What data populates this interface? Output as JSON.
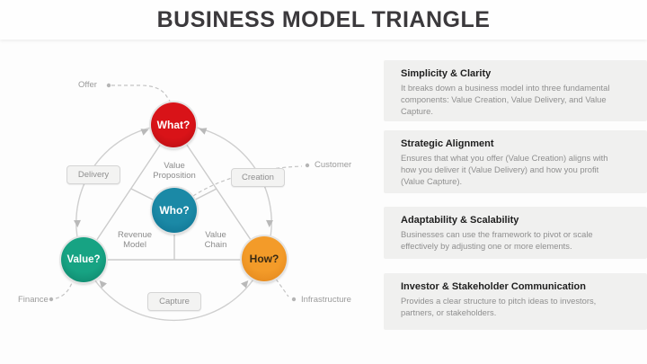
{
  "title": "BUSINESS MODEL TRIANGLE",
  "title_color": "#3b393c",
  "diagram": {
    "nodes": {
      "what": {
        "label": "What?",
        "color": "#d01215",
        "text_color": "#ffffff"
      },
      "who": {
        "label": "Who?",
        "color": "#167f9d",
        "text_color": "#ffffff"
      },
      "value": {
        "label": "Value?",
        "color": "#149a7b",
        "text_color": "#ffffff"
      },
      "how": {
        "label": "How?",
        "color": "#ef901e",
        "text_color": "#392a14"
      }
    },
    "process_boxes": {
      "delivery": "Delivery",
      "creation": "Creation",
      "capture": "Capture"
    },
    "edge_labels": {
      "value_proposition": "Value Proposition",
      "revenue_model": "Revenue Model",
      "value_chain": "Value Chain"
    },
    "external_labels": {
      "offer": "Offer",
      "customer": "Customer",
      "finance": "Finance",
      "infrastructure": "Infrastructure"
    },
    "line_color": "#cccccc"
  },
  "panels": [
    {
      "title": "Simplicity & Clarity",
      "body": "It breaks down a business model into three fundamental components: Value Creation, Value Delivery, and Value Capture."
    },
    {
      "title": "Strategic Alignment",
      "body": "Ensures that what you offer (Value Creation) aligns with how you deliver it (Value Delivery) and how you profit (Value Capture)."
    },
    {
      "title": "Adaptability & Scalability",
      "body": "Businesses can use the framework to pivot or scale effectively by adjusting one or more elements."
    },
    {
      "title": "Investor & Stakeholder Communication",
      "body": "Provides a clear structure to pitch ideas to investors, partners, or stakeholders."
    }
  ]
}
